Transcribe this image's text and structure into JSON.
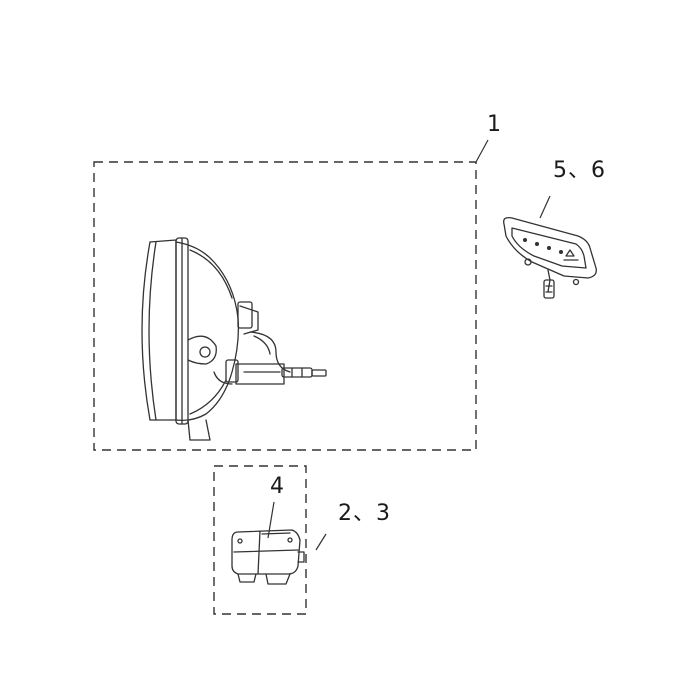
{
  "labels": {
    "headlight_group": "1",
    "indicator_pair": "5、6",
    "tail_lamp_pair": "2、3",
    "tail_lamp_lens": "4"
  },
  "colors": {
    "line": "#2a2a2a",
    "background": "#ffffff"
  }
}
